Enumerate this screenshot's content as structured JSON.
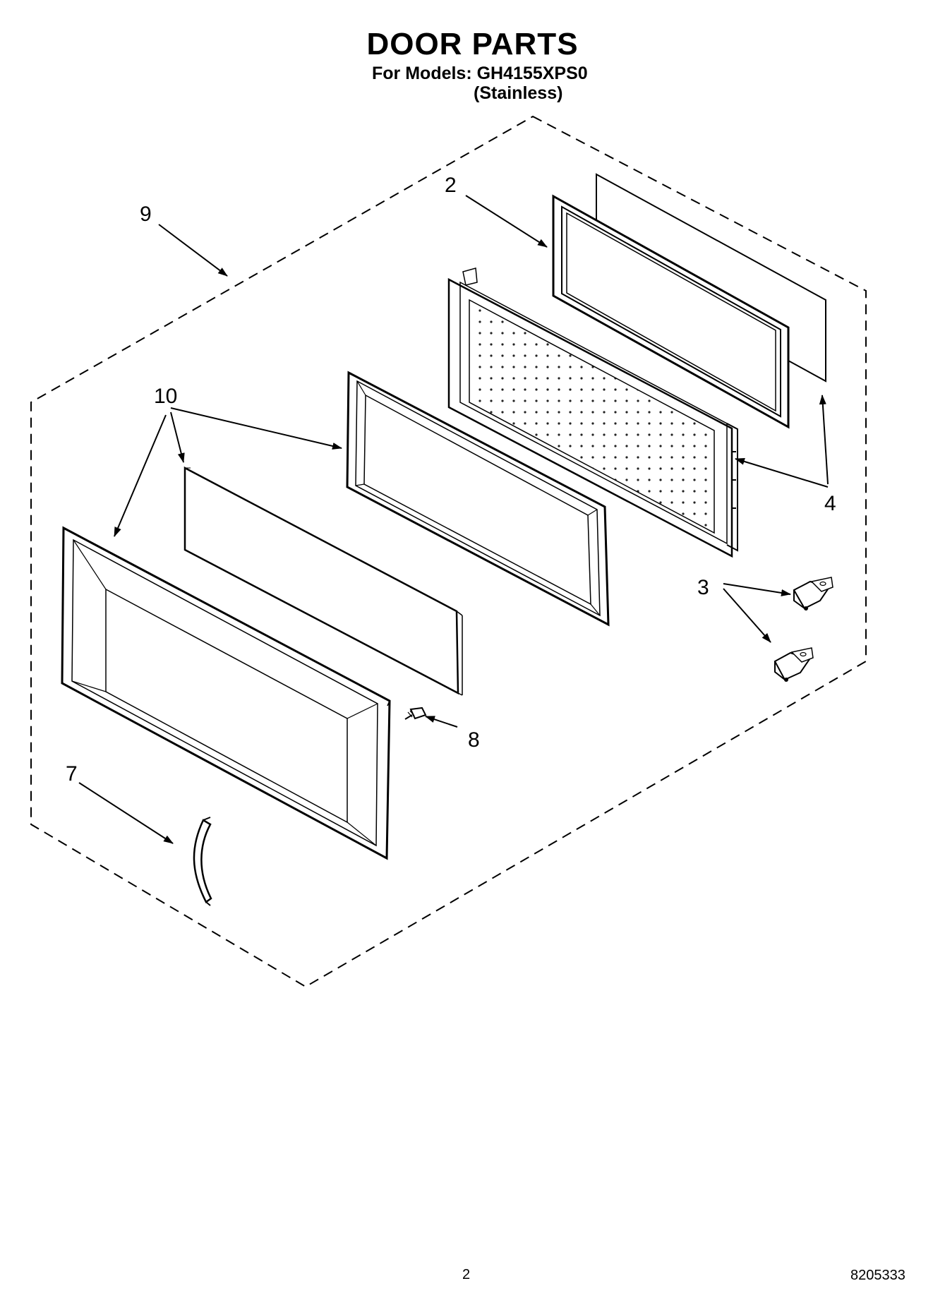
{
  "header": {
    "title": "DOOR PARTS",
    "models_line": "For Models: GH4155XPS0",
    "finish": "(Stainless)"
  },
  "callouts": {
    "c2": "2",
    "c3": "3",
    "c4": "4",
    "c7": "7",
    "c8": "8",
    "c9": "9",
    "c10": "10"
  },
  "footer": {
    "page_number": "2",
    "document_number": "8205333"
  }
}
